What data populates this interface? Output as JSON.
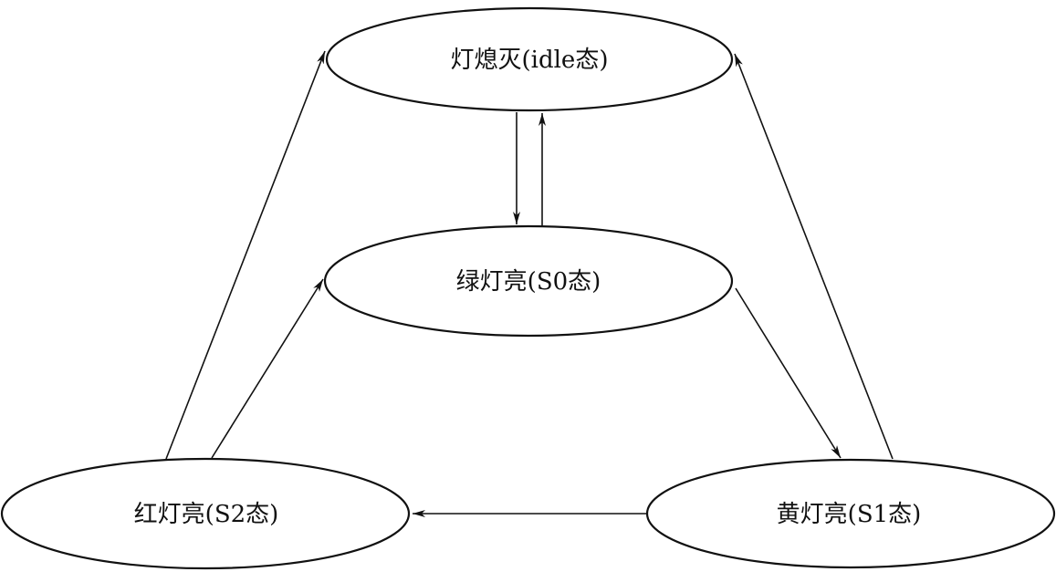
{
  "states": {
    "idle": {
      "label": "灯熄灭(idle态)"
    },
    "s0": {
      "label": "绿灯亮(S0态)"
    },
    "s1": {
      "label": "黄灯亮(S1态)"
    },
    "s2": {
      "label": "红灯亮(S2态)"
    }
  },
  "transitions": [
    {
      "from": "idle",
      "to": "s0"
    },
    {
      "from": "s0",
      "to": "idle"
    },
    {
      "from": "s0",
      "to": "s1"
    },
    {
      "from": "s1",
      "to": "s2"
    },
    {
      "from": "s2",
      "to": "s0"
    },
    {
      "from": "s2",
      "to": "idle"
    },
    {
      "from": "s1",
      "to": "idle"
    }
  ],
  "colors": {
    "stroke": "#111111",
    "background": "#ffffff"
  }
}
